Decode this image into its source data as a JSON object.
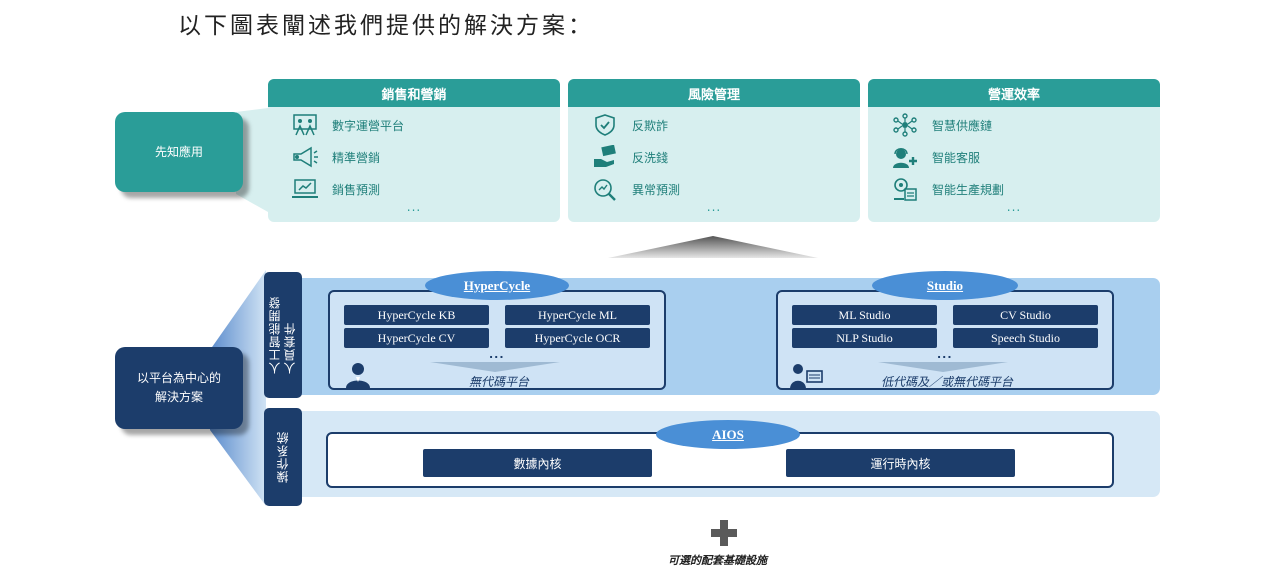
{
  "heading": "以下圖表闡述我們提供的解決方案：",
  "left": {
    "applications": "先知應用",
    "platform_line1": "以平台為中心的",
    "platform_line2": "解決方案"
  },
  "columns": [
    {
      "title": "銷售和營銷",
      "items": [
        {
          "label": "數字運營平台",
          "icon": "digital-platform-icon"
        },
        {
          "label": "精準營銷",
          "icon": "megaphone-icon"
        },
        {
          "label": "銷售預測",
          "icon": "laptop-chart-icon"
        }
      ],
      "more": "..."
    },
    {
      "title": "風險管理",
      "items": [
        {
          "label": "反欺詐",
          "icon": "shield-check-icon"
        },
        {
          "label": "反洗錢",
          "icon": "money-hand-icon"
        },
        {
          "label": "異常預測",
          "icon": "magnifier-chart-icon"
        }
      ],
      "more": "..."
    },
    {
      "title": "營運效率",
      "items": [
        {
          "label": "智慧供應鏈",
          "icon": "supply-network-icon"
        },
        {
          "label": "智能客服",
          "icon": "customer-service-icon"
        },
        {
          "label": "智能生產規劃",
          "icon": "production-planning-icon"
        }
      ],
      "more": "..."
    }
  ],
  "dev_layer": {
    "tab_line1": "人工智能開發",
    "tab_line2": "人員套件",
    "hypercycle": {
      "title": "HyperCycle",
      "modules": [
        "HyperCycle KB",
        "HyperCycle ML",
        "HyperCycle CV",
        "HyperCycle OCR"
      ],
      "more": "...",
      "caption": "無代碼平台"
    },
    "studio": {
      "title": "Studio",
      "modules": [
        "ML Studio",
        "CV Studio",
        "NLP Studio",
        "Speech Studio"
      ],
      "more": "...",
      "caption": "低代碼及／或無代碼平台"
    }
  },
  "os_layer": {
    "tab": "操作系統",
    "title": "AIOS",
    "kernels": [
      "數據內核",
      "運行時內核"
    ]
  },
  "footer": {
    "plus_icon": "plus-icon",
    "infrastructure": "可選的配套基礎設施"
  },
  "colors": {
    "teal": "#2a9d98",
    "teal_light": "#d7efef",
    "navy": "#1c3d6b",
    "blue_oval": "#4a8fd6",
    "blue_band": "#a9cfef",
    "blue_band_light": "#d6e8f6"
  }
}
